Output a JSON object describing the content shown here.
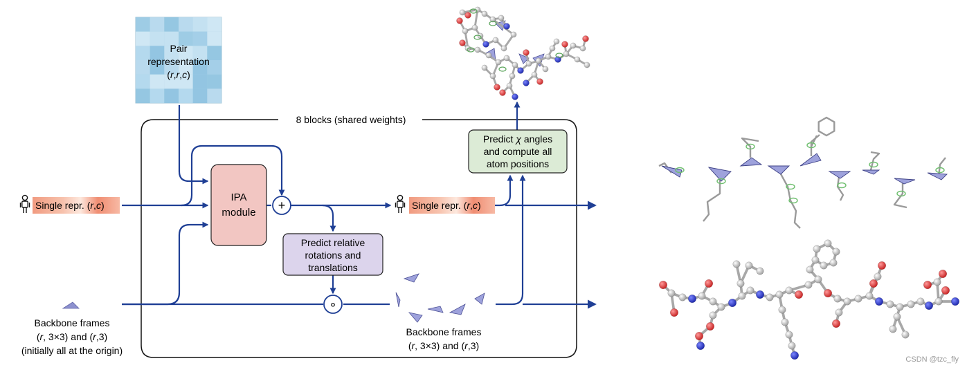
{
  "pair_box": {
    "line1": "Pair",
    "line2": "representation",
    "line3_open": "(",
    "line3_r1": "r",
    "line3_comma1": ",",
    "line3_r2": "r",
    "line3_comma2": ",",
    "line3_c": "c",
    "line3_close": ")"
  },
  "loop": {
    "label": "8 blocks (shared weights)"
  },
  "single_in": {
    "text": "Single repr. (",
    "var_r": "r",
    "comma": ",",
    "var_c": "c",
    "close": ")"
  },
  "single_out": {
    "text": "Single repr. (",
    "var_r": "r",
    "comma": ",",
    "var_c": "c",
    "close": ")"
  },
  "ipa": {
    "line1": "IPA",
    "line2": "module"
  },
  "plus_symbol": "+",
  "circ_symbol": "∘",
  "predict_rel": {
    "line1": "Predict relative",
    "line2": "rotations and",
    "line3": "translations"
  },
  "predict_chi": {
    "line1a": "Predict ",
    "chi": "χ",
    "line1b": " angles",
    "line2": "and compute all",
    "line3": "atom positions"
  },
  "backbone_in": {
    "line1": "Backbone frames",
    "line2_open": "(",
    "line2_r": "r",
    "line2_mid": ", 3×3) and (",
    "line2_r2": "r",
    "line2_close": ",3)",
    "line3": "(initially all at the origin)"
  },
  "backbone_out": {
    "line1": "Backbone frames",
    "line2_open": "(",
    "line2_r": "r",
    "line2_mid": ", 3×3) and (",
    "line2_r2": "r",
    "line2_close": ",3)"
  },
  "watermark": "CSDN @tzc_fly",
  "colors": {
    "arrow": "#1f3f95",
    "single_repr": "#f4a58a",
    "ipa_fill": "#f2c6c2",
    "predict_rel_fill": "#dcd4ec",
    "predict_chi_fill": "#dcebd6",
    "pair_fill": "#a9d2e8",
    "frame": "#7f83c4",
    "atom_O": "#d63030",
    "atom_N": "#2230c0",
    "atom_C": "#cfcfcf"
  },
  "icons": [
    "person-icon",
    "triangle-frame-icon",
    "molecule-structure"
  ]
}
